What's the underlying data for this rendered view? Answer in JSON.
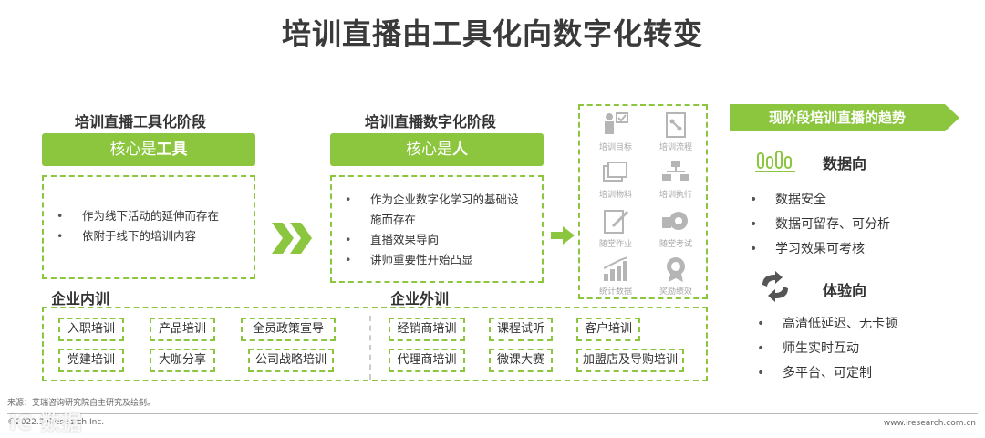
{
  "title": "培训直播由工具化向数字化转变",
  "stage1": {
    "title": "培训直播工具化阶段",
    "core_prefix": "核心是",
    "core_emph": "工具",
    "bullets": [
      "作为线下活动的延伸而存在",
      "依附于线下的培训内容"
    ]
  },
  "stage2": {
    "title": "培训直播数字化阶段",
    "core_prefix": "核心是",
    "core_emph": "人",
    "bullets": [
      "作为企业数字化学习的基础设",
      "施而存在",
      "直播效果导向",
      "讲师重要性开始凸显"
    ]
  },
  "icons": [
    {
      "label": "培训目标",
      "icon": "target-person-icon"
    },
    {
      "label": "培训流程",
      "icon": "flow-icon"
    },
    {
      "label": "培训物料",
      "icon": "materials-icon"
    },
    {
      "label": "培训执行",
      "icon": "org-chart-icon"
    },
    {
      "label": "随堂作业",
      "icon": "homework-icon"
    },
    {
      "label": "随堂考试",
      "icon": "exam-icon"
    },
    {
      "label": "统计数据",
      "icon": "stats-icon"
    },
    {
      "label": "奖励绩效",
      "icon": "award-icon"
    }
  ],
  "trends": {
    "banner": "现阶段培训直播的趋势",
    "data": {
      "title": "数据向",
      "icon": "bar-chart-icon",
      "items": [
        "数据安全",
        "数据可留存、可分析",
        "学习效果可考核"
      ]
    },
    "experience": {
      "title": "体验向",
      "icon": "refresh-arrows-icon",
      "items": [
        "高清低延迟、无卡顿",
        "师生实时互动",
        "多平台、可定制"
      ]
    }
  },
  "internal": {
    "title": "企业内训",
    "tags": [
      "入职培训",
      "产品培训",
      "全员政策宣导",
      "党建培训",
      "大咖分享",
      "公司战略培训"
    ]
  },
  "external": {
    "title": "企业外训",
    "tags": [
      "经销商培训",
      "课程试听",
      "客户培训",
      "代理商培训",
      "微课大赛",
      "加盟店及导购培训"
    ]
  },
  "footer": {
    "source": "来源：艾瑞咨询研究院自主研究及绘制。",
    "copyright": "©2022.3 iResearch Inc.",
    "url": "www.iresearch.com.cn",
    "watermark": "iC 数据",
    "colors": {
      "accent": "#8cc63f",
      "icon_gray": "#b5b5b5"
    }
  }
}
